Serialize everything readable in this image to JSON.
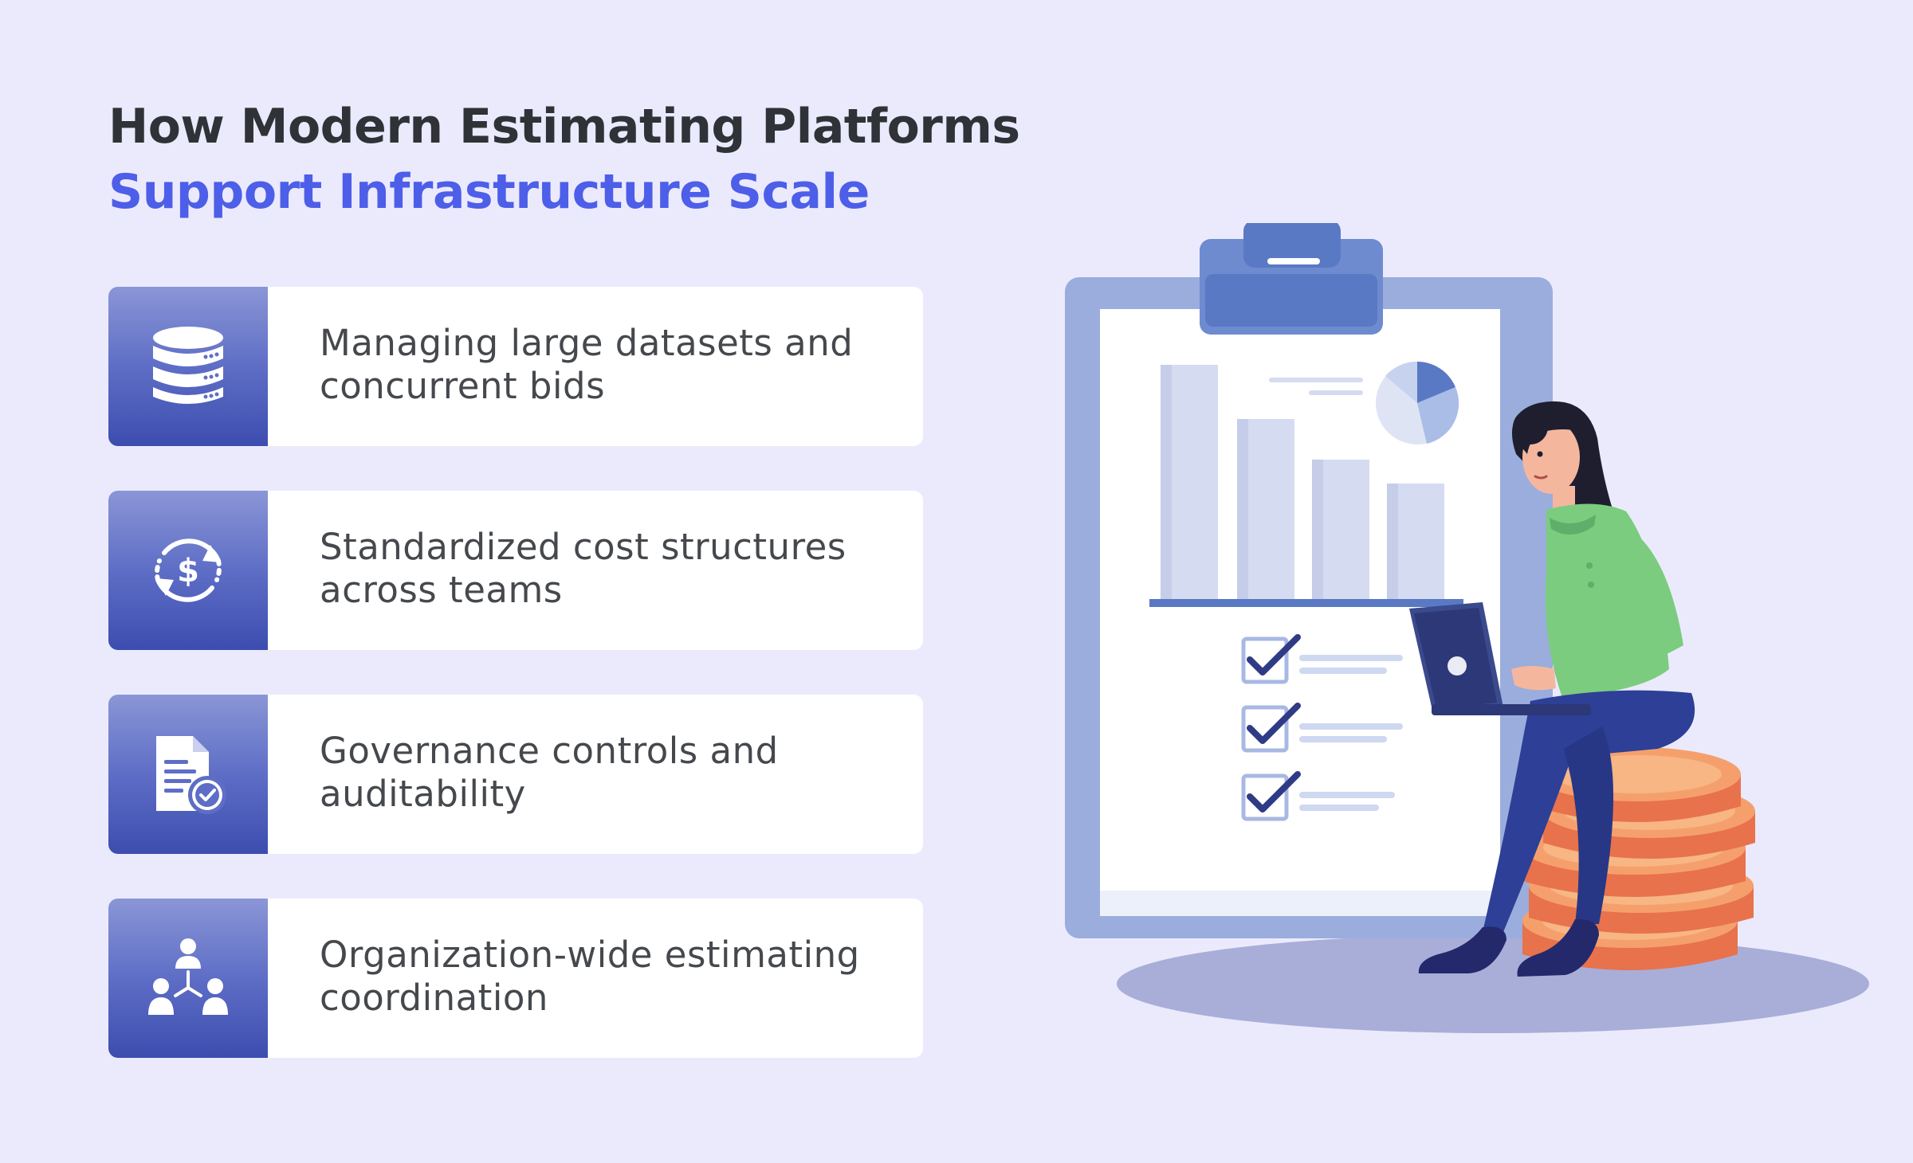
{
  "title": {
    "line1": "How Modern Estimating Platforms",
    "line2": "Support Infrastructure Scale"
  },
  "colors": {
    "background": "#ebeafd",
    "title_dark": "#2f3236",
    "title_accent": "#4d5ee8",
    "icon_tile_top": "#8a96d6",
    "icon_tile_bottom": "#3c4daf",
    "card": "#ffffff"
  },
  "features": [
    {
      "icon": "database-icon",
      "line1": "Managing large datasets and",
      "line2": "concurrent bids"
    },
    {
      "icon": "dollar-cycle-icon",
      "line1": "Standardized cost structures",
      "line2": "across teams"
    },
    {
      "icon": "document-check-icon",
      "line1": "Governance controls and",
      "line2": "auditability"
    },
    {
      "icon": "team-hierarchy-icon",
      "line1": "Organization-wide estimating",
      "line2": "coordination"
    }
  ],
  "illustration": {
    "subject": "woman-with-laptop-on-coins",
    "elements": [
      "clipboard",
      "bar-chart",
      "pie-chart",
      "checklist",
      "coin-stack",
      "laptop"
    ]
  }
}
